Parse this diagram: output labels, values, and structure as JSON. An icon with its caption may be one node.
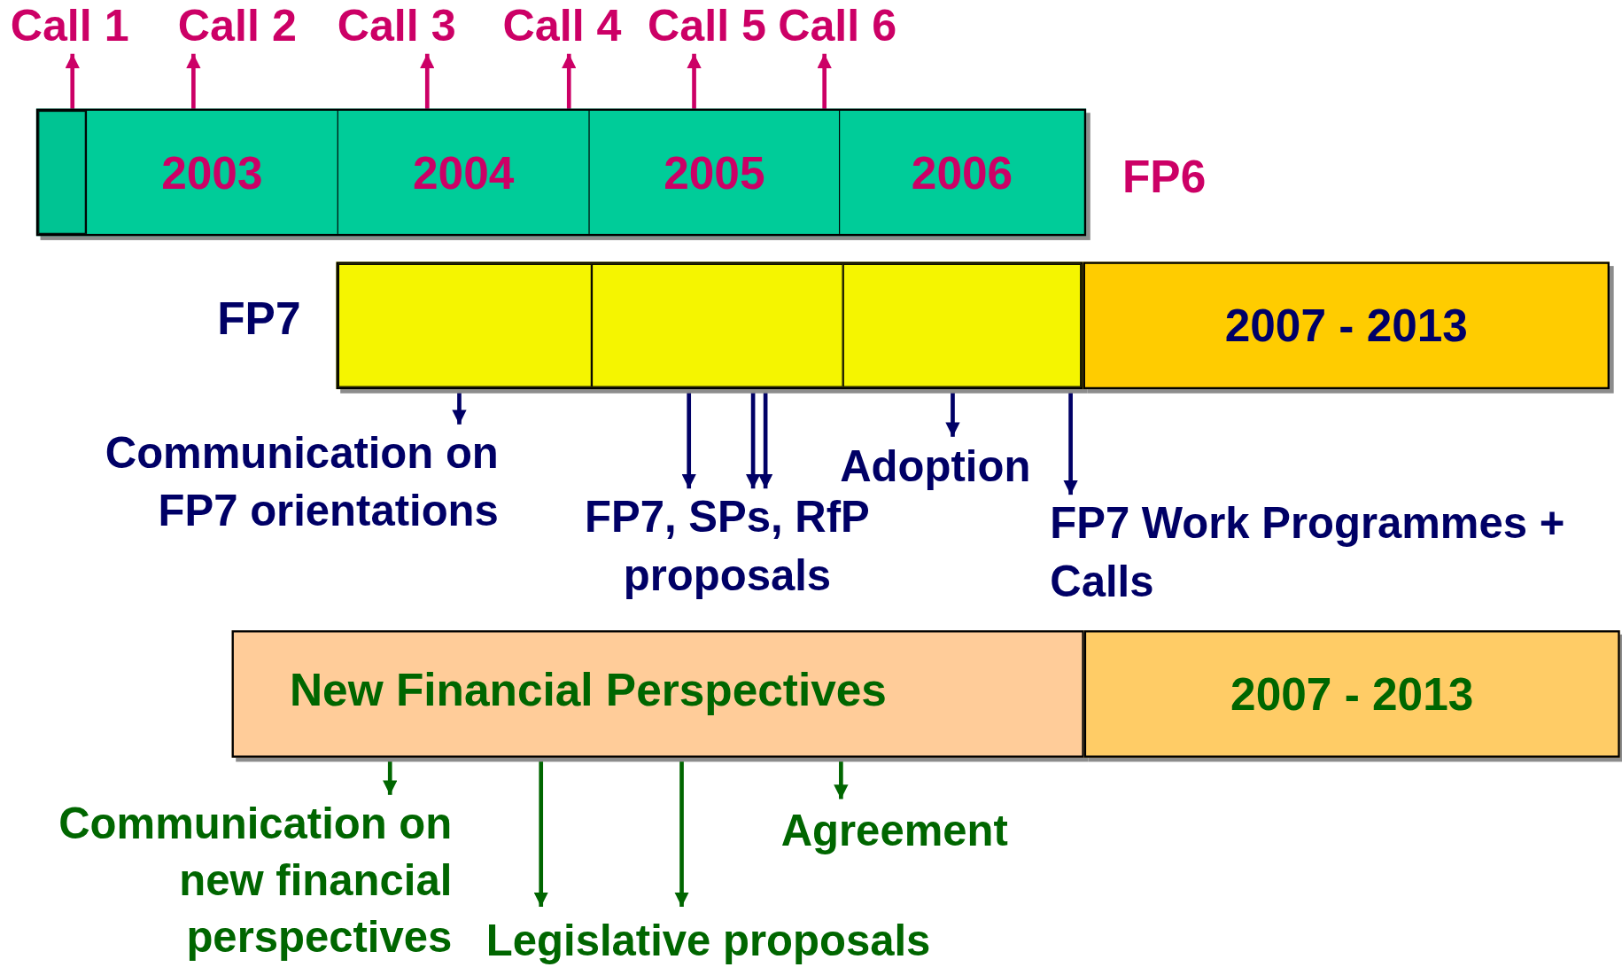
{
  "diagram": {
    "nodes": [
      {
        "text": [
          "FP6"
        ]
      },
      {
        "text": [],
        "shape": "box",
        "in": 0
      },
      {
        "text": [
          "2003"
        ],
        "in": 0
      },
      {
        "text": [
          "2004"
        ],
        "in": 0
      },
      {
        "text": [
          "2005"
        ],
        "in": 0
      },
      {
        "text": [
          "2006"
        ],
        "in": 0
      },
      {
        "text": [
          "Call 1"
        ]
      },
      {
        "text": [
          "Call 2"
        ]
      },
      {
        "text": [
          "Call 3"
        ]
      },
      {
        "text": [
          "Call 4"
        ]
      },
      {
        "text": [
          "Call 5"
        ]
      },
      {
        "text": [
          "Call 6"
        ]
      },
      {
        "text": [
          "FP7"
        ]
      },
      {
        "text": [],
        "shape": "box",
        "in": 12
      },
      {
        "text": [],
        "shape": "box",
        "in": 12
      },
      {
        "text": [],
        "shape": "box",
        "in": 12
      },
      {
        "text": [
          "2007 - 2013"
        ]
      },
      {
        "text": [
          "Communication on FP7 orientations"
        ]
      },
      {
        "text": [
          "FP7, SPs, RfP proposals"
        ]
      },
      {
        "text": [
          "Adoption"
        ]
      },
      {
        "text": [
          "FP7 Work Programmes + Calls"
        ]
      },
      {
        "text": [
          "New Financial Perspectives"
        ]
      },
      {
        "text": [
          "2007 - 2013"
        ]
      },
      {
        "text": [
          "Communication on new financial perspectives"
        ]
      },
      {
        "text": [
          "Legislative proposals"
        ]
      },
      {
        "text": [
          "Agreement"
        ]
      }
    ],
    "edges": [
      {
        "from": 1,
        "to": 6,
        "arrow": "to",
        "color": "#cc0066"
      },
      {
        "from": 2,
        "to": 7,
        "arrow": "to",
        "color": "#cc0066"
      },
      {
        "from": 3,
        "to": 8,
        "arrow": "to",
        "color": "#cc0066"
      },
      {
        "from": 3,
        "to": 9,
        "arrow": "to",
        "color": "#cc0066"
      },
      {
        "from": 4,
        "to": 10,
        "arrow": "to",
        "color": "#cc0066"
      },
      {
        "from": 4,
        "to": 11,
        "arrow": "to",
        "color": "#cc0066"
      },
      {
        "from": 13,
        "to": 17,
        "arrow": "to",
        "color": "#000066"
      },
      {
        "from": 14,
        "to": 18,
        "arrow": "to",
        "color": "#000066"
      },
      {
        "from": 14,
        "to": 18,
        "arrow": "to",
        "color": "#000066"
      },
      {
        "from": 14,
        "to": 18,
        "arrow": "to",
        "color": "#000066"
      },
      {
        "from": 15,
        "to": 19,
        "arrow": "to",
        "color": "#000066"
      },
      {
        "from": 15,
        "to": 20,
        "arrow": "to",
        "color": "#000066"
      },
      {
        "from": 21,
        "to": 23,
        "arrow": "to",
        "color": "#006600"
      },
      {
        "from": 21,
        "to": 24,
        "arrow": "to",
        "color": "#006600"
      },
      {
        "from": 21,
        "to": 24,
        "arrow": "to",
        "color": "#006600"
      },
      {
        "from": 21,
        "to": 25,
        "arrow": "to",
        "color": "#006600"
      }
    ]
  }
}
